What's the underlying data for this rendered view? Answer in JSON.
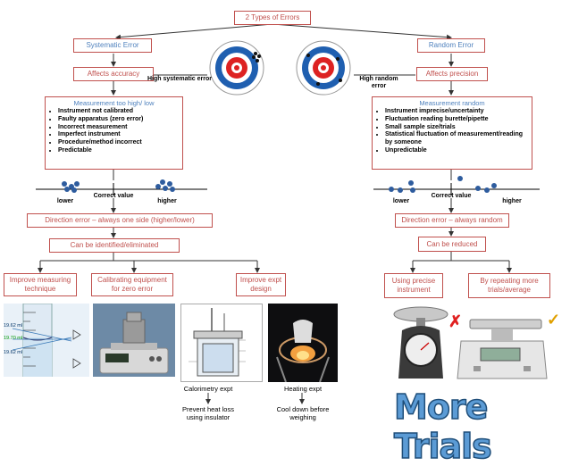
{
  "title": "2 Types of Errors",
  "systematic": {
    "heading": "Systematic Error",
    "affects": "Affects accuracy",
    "target_label": "High systematic error",
    "measurement_head": "Measurement too high/ low",
    "bullets": [
      "Instrument not calibrated",
      "Faulty apparatus (zero error)",
      "Incorrect measurement",
      "Imperfect instrument",
      "Procedure/method incorrect",
      "Predictable"
    ],
    "axis_lower": "lower",
    "axis_correct": "Correct value",
    "axis_higher": "higher",
    "direction": "Direction error – always one side (higher/lower)",
    "identified": "Can be identified/eliminated",
    "improve_measuring": "Improve measuring technique",
    "calibrating": "Calibrating equipment for zero error",
    "improve_expt": "Improve expt design",
    "calorimetry": "Calorimetry expt",
    "heating": "Heating expt",
    "prevent": "Prevent heat loss using insulator",
    "cool": "Cool down before weighing",
    "readings": [
      "19.62 ml",
      "19.70 ml",
      "19.62 ml"
    ]
  },
  "random": {
    "heading": "Random Error",
    "affects": "Affects precision",
    "target_label": "High random error",
    "measurement_head": "Measurement random",
    "bullets": [
      "Instrument imprecise/uncertainty",
      "Fluctuation reading burette/pipette",
      "Small sample size/trials",
      "Statistical fluctuation of measurement/reading by someone",
      "Unpredictable"
    ],
    "axis_lower": "lower",
    "axis_correct": "Correct value",
    "axis_higher": "higher",
    "direction": "Direction error – always random",
    "reduced": "Can be reduced",
    "using_precise": "Using precise instrument",
    "repeating": "By repeating more trials/average",
    "more_trials": "More Trials",
    "cross": "✗",
    "check": "✓"
  },
  "colors": {
    "border": "#c0504d",
    "heading": "#4f81bd",
    "dot": "#2e5c9e"
  }
}
